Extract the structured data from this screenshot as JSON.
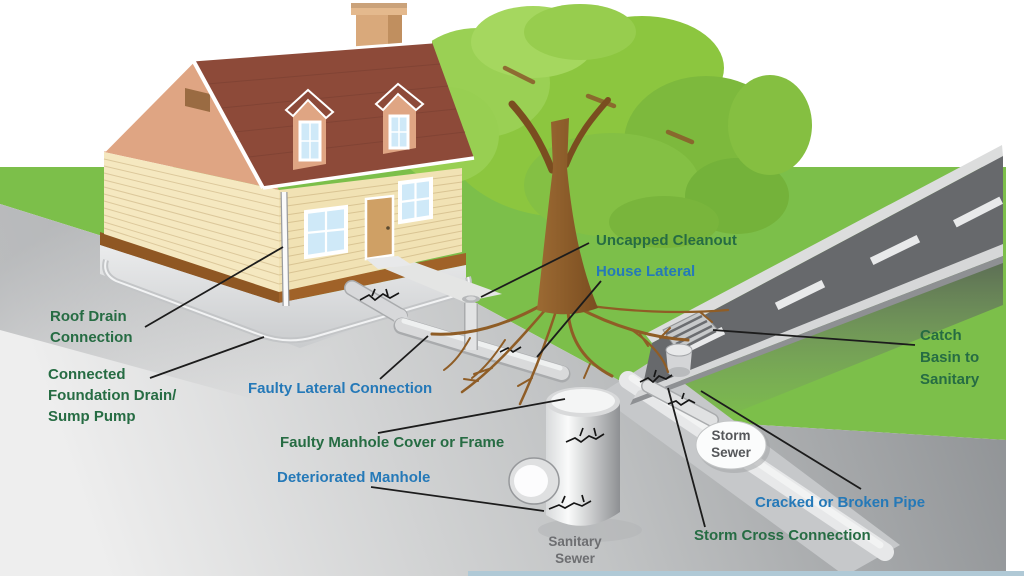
{
  "labels": {
    "roof_drain_connection": "Roof Drain\nConnection",
    "connected_foundation_drain": "Connected\nFoundation Drain/\nSump Pump",
    "faulty_lateral_connection": "Faulty Lateral Connection",
    "uncapped_cleanout": "Uncapped Cleanout",
    "house_lateral": "House Lateral",
    "faulty_manhole_cover": "Faulty Manhole Cover or Frame",
    "deteriorated_manhole": "Deteriorated Manhole",
    "catch_basin_to_sanitary": "Catch\nBasin to\nSanitary",
    "storm_sewer": "Storm\nSewer",
    "cracked_or_broken_pipe": "Cracked or Broken Pipe",
    "storm_cross_connection": "Storm Cross Connection",
    "sanitary_sewer": "Sanitary\nSewer"
  },
  "colors": {
    "label_green": "#266c43",
    "label_blue": "#2579b8",
    "label_gray": "#6d6e71",
    "oval_text": "#55575a",
    "grass": "#7cbf4a",
    "road": "#67696c",
    "curb": "#d6d7d8",
    "roof": "#8d4a39",
    "gable": "#dfa583",
    "siding": "#f5e8c0",
    "canopy": "#8cc63f",
    "trunk": "#8a5a2b",
    "leader": "#1c1c1c",
    "underground_dark": "#8b8e91",
    "underground_light": "#eeeeee",
    "pipe_light": "#e0e1e2",
    "bottom_strip": "#b0c9d6"
  }
}
